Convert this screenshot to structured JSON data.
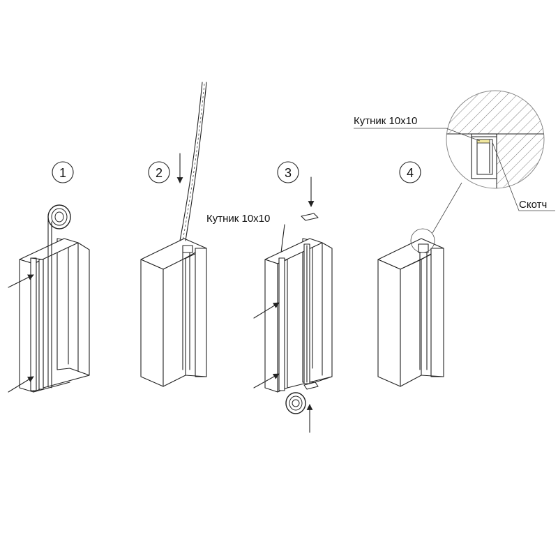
{
  "steps": [
    {
      "number": "1"
    },
    {
      "number": "2"
    },
    {
      "number": "3"
    },
    {
      "number": "4"
    }
  ],
  "labels": {
    "corner_step3": "Кутник 10x10",
    "corner_detail": "Кутник 10x10",
    "tape_detail": "Скотч"
  }
}
